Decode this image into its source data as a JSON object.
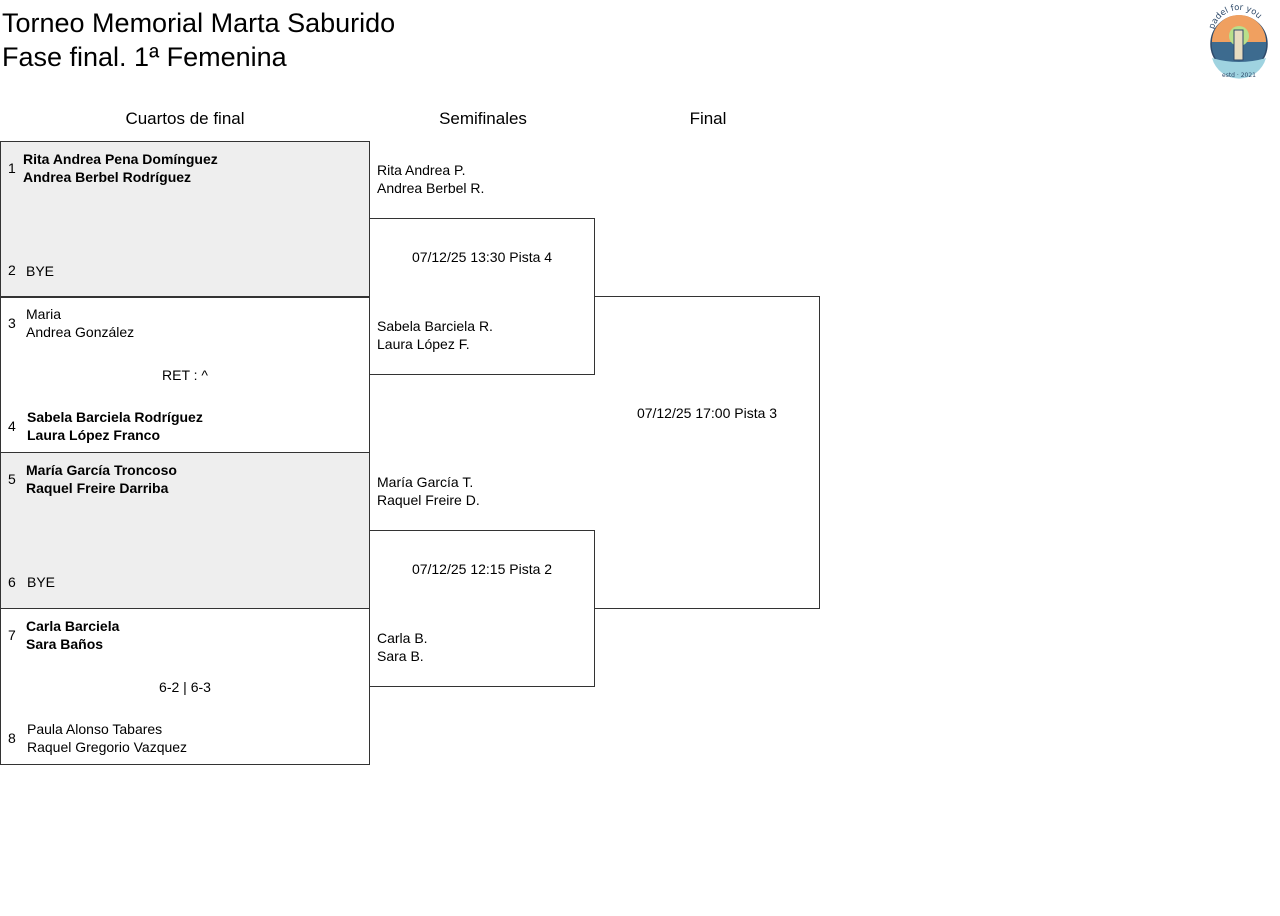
{
  "title": {
    "line1": "Torneo Memorial Marta Saburido",
    "line2": "Fase final. 1ª Femenina"
  },
  "logo": {
    "text": "padel for you",
    "sub": "estd · 2021"
  },
  "rounds": [
    "Cuartos de final",
    "Semifinales",
    "Final"
  ],
  "quarterfinals": [
    {
      "a": {
        "seed": "1",
        "p1": "Rita Andrea Pena Domínguez",
        "p2": "Andrea Berbel Rodríguez",
        "winner": true
      },
      "b": {
        "seed": "2",
        "p1": "BYE",
        "p2": "",
        "winner": false
      },
      "result": "",
      "bye": true
    },
    {
      "a": {
        "seed": "3",
        "p1": "Maria",
        "p2": "Andrea González",
        "winner": false
      },
      "b": {
        "seed": "4",
        "p1": "Sabela Barciela Rodríguez",
        "p2": "Laura López Franco",
        "winner": true
      },
      "result": "RET : ^",
      "bye": false
    },
    {
      "a": {
        "seed": "5",
        "p1": "María García Troncoso",
        "p2": "Raquel Freire Darriba",
        "winner": true
      },
      "b": {
        "seed": "6",
        "p1": "BYE",
        "p2": "",
        "winner": false
      },
      "result": "",
      "bye": true
    },
    {
      "a": {
        "seed": "7",
        "p1": "Carla Barciela",
        "p2": "Sara Baños",
        "winner": true
      },
      "b": {
        "seed": "8",
        "p1": "Paula Alonso Tabares",
        "p2": "Raquel Gregorio Vazquez",
        "winner": false
      },
      "result": "6-2 | 6-3",
      "bye": false
    }
  ],
  "semifinals": [
    {
      "a1": "Rita Andrea P.",
      "a2": "Andrea Berbel R.",
      "b1": "Sabela Barciela R.",
      "b2": "Laura López F.",
      "info": "07/12/25 13:30 Pista 4"
    },
    {
      "a1": "María García T.",
      "a2": "Raquel Freire D.",
      "b1": "Carla B.",
      "b2": "Sara B.",
      "info": "07/12/25 12:15 Pista 2"
    }
  ],
  "final": {
    "info": "07/12/25 17:00 Pista 3"
  }
}
